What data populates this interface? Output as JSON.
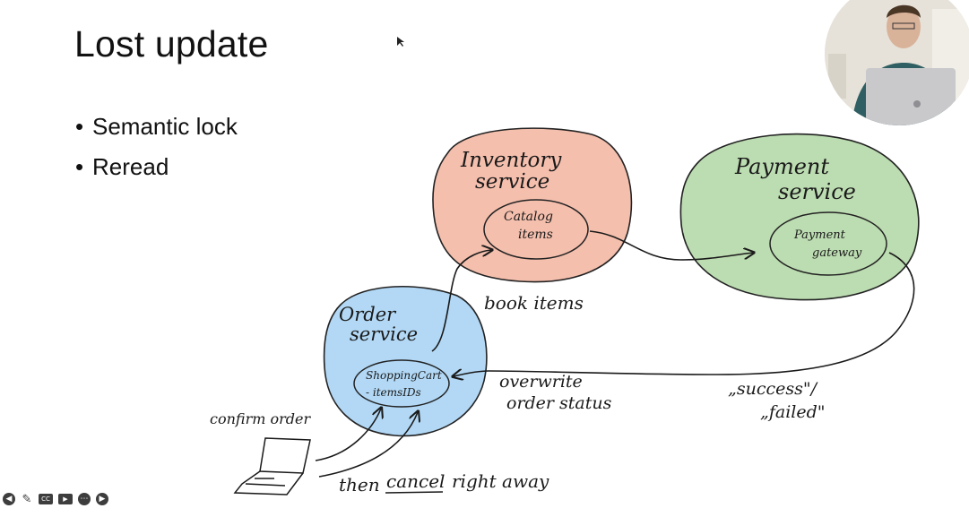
{
  "slide": {
    "title": "Lost update",
    "bullets": [
      "Semantic lock",
      "Reread"
    ]
  },
  "diagram": {
    "inventory": {
      "line1": "Inventory",
      "line2": "service",
      "color": "#f4b8a4",
      "inner": {
        "line1": "Catalog",
        "line2": "items"
      }
    },
    "payment": {
      "line1": "Payment",
      "line2": "service",
      "color": "#b5d8a8",
      "inner": {
        "line1": "Payment",
        "line2": "gateway"
      }
    },
    "order": {
      "line1": "Order",
      "line2": "service",
      "color": "#aad4f4",
      "inner": {
        "line1": "ShoppingCart",
        "line2": "- itemsIDs"
      }
    },
    "labels": {
      "book_items": "book items",
      "overwrite_1": "overwrite",
      "overwrite_2": "order status",
      "result_1": "„success\"/",
      "result_2": "„failed\"",
      "confirm": "confirm order",
      "then": "then",
      "cancel": "cancel",
      "right_away": "right away"
    }
  },
  "toolbar": {
    "icons": [
      "prev-slide-icon",
      "pen-icon",
      "subtitles-icon",
      "camera-icon",
      "more-icon",
      "next-slide-icon"
    ],
    "cc_label": "CC"
  }
}
